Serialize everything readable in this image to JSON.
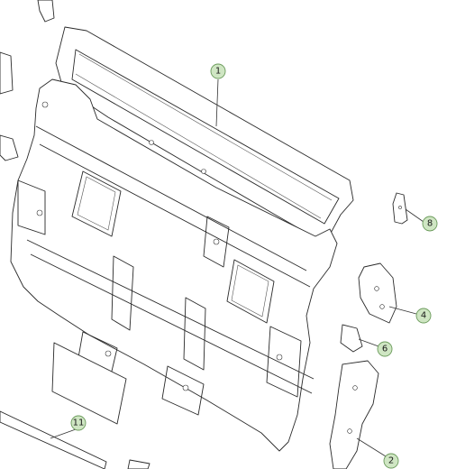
{
  "callouts": [
    {
      "id": "1",
      "label": "1"
    },
    {
      "id": "2",
      "label": "2"
    },
    {
      "id": "4",
      "label": "4"
    },
    {
      "id": "6",
      "label": "6"
    },
    {
      "id": "8",
      "label": "8"
    },
    {
      "id": "11",
      "label": "11"
    }
  ],
  "colors": {
    "badge_fill": "#cfe6c3",
    "badge_stroke": "#6a9a5a",
    "line": "#2a2a2a"
  }
}
